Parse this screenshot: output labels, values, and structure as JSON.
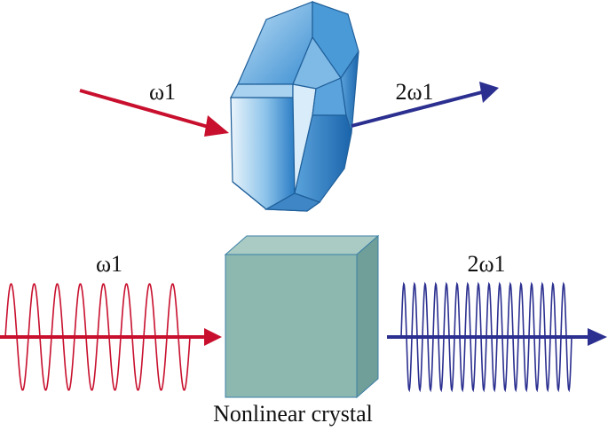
{
  "top": {
    "input_label": "ω1",
    "output_label": "2ω1"
  },
  "bottom": {
    "input_label": "ω1",
    "output_label": "2ω1",
    "crystal_caption": "Nonlinear crystal"
  },
  "colors": {
    "input_beam": "#c8102e",
    "output_beam": "#2b2f8f",
    "crystal_gem": "#3a8fd0",
    "crystal_box_front": "#8cb8b0",
    "crystal_box_top": "#a9cbc4",
    "crystal_box_side": "#6f9f98"
  },
  "waves": {
    "input_cycles": 8,
    "output_cycles": 16
  }
}
